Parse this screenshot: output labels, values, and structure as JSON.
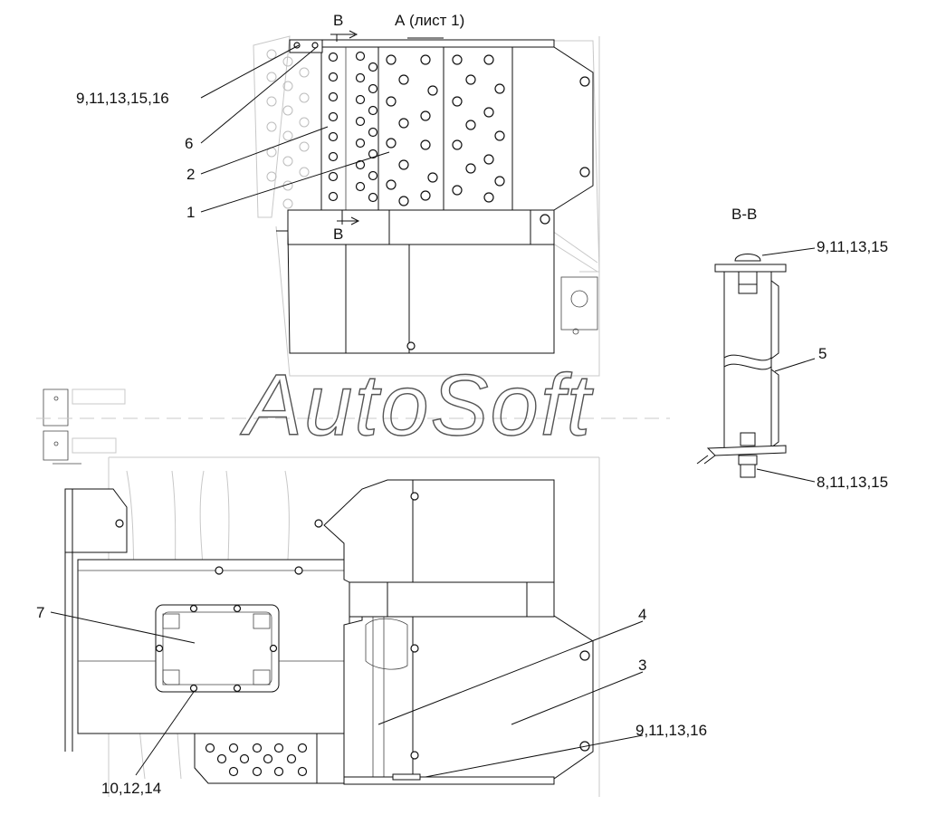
{
  "watermark": "AutoSoft",
  "views": {
    "view_a": "А (лист 1)",
    "section_mark_top": "В",
    "section_mark_bottom": "В",
    "section_title": "В-В"
  },
  "callouts": {
    "top_9_11_13_15_16": "9,11,13,15,16",
    "top_6": "6",
    "top_2": "2",
    "top_1": "1",
    "sec_9_11_13_15": "9,11,13,15",
    "sec_5": "5",
    "sec_8_11_13_15": "8,11,13,15",
    "bot_7": "7",
    "bot_4": "4",
    "bot_3": "3",
    "bot_9_11_13_16": "9,11,13,16",
    "bot_10_12_14": "10,12,14"
  }
}
